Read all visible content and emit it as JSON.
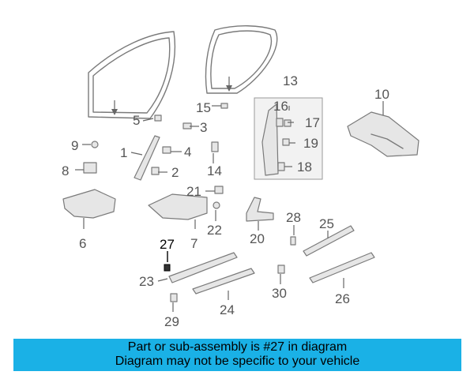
{
  "diagram": {
    "callouts": [
      {
        "id": "c1",
        "label": "1"
      },
      {
        "id": "c2",
        "label": "2"
      },
      {
        "id": "c3",
        "label": "3"
      },
      {
        "id": "c4",
        "label": "4"
      },
      {
        "id": "c5",
        "label": "5"
      },
      {
        "id": "c6",
        "label": "6"
      },
      {
        "id": "c7",
        "label": "7"
      },
      {
        "id": "c8",
        "label": "8"
      },
      {
        "id": "c9",
        "label": "9"
      },
      {
        "id": "c10",
        "label": "10"
      },
      {
        "id": "c13",
        "label": "13"
      },
      {
        "id": "c14",
        "label": "14"
      },
      {
        "id": "c15",
        "label": "15"
      },
      {
        "id": "c16",
        "label": "16"
      },
      {
        "id": "c17",
        "label": "17"
      },
      {
        "id": "c18",
        "label": "18"
      },
      {
        "id": "c19",
        "label": "19"
      },
      {
        "id": "c20",
        "label": "20"
      },
      {
        "id": "c21",
        "label": "21"
      },
      {
        "id": "c22",
        "label": "22"
      },
      {
        "id": "c23",
        "label": "23"
      },
      {
        "id": "c24",
        "label": "24"
      },
      {
        "id": "c25",
        "label": "25"
      },
      {
        "id": "c26",
        "label": "26"
      },
      {
        "id": "c27",
        "label": "27"
      },
      {
        "id": "c28",
        "label": "28"
      },
      {
        "id": "c29",
        "label": "29"
      },
      {
        "id": "c30",
        "label": "30"
      }
    ],
    "highlighted_part": "27"
  },
  "banner": {
    "line1": "Part or sub-assembly is #27 in diagram",
    "line2": "Diagram may not be specific to your vehicle",
    "background": "#1ab1e6"
  }
}
